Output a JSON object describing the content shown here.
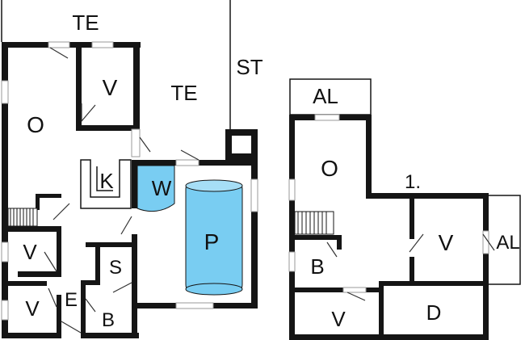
{
  "plan": {
    "ground_floor": {
      "rooms": {
        "terrace_top": "TE",
        "terrace_right": "TE",
        "steps": "ST",
        "living": "O",
        "bedroom_top": "V",
        "kitchen": "K",
        "wc": "W",
        "pool": "P",
        "bedroom_mid": "V",
        "bedroom_low": "V",
        "entrance": "E",
        "sauna": "S",
        "bathroom": "B"
      }
    },
    "upper_floor": {
      "level": "1.",
      "rooms": {
        "balcony_top": "AL",
        "living": "O",
        "bedroom_right": "V",
        "balcony_right": "AL",
        "bathroom": "B",
        "bedroom_low": "V",
        "dressing": "D"
      }
    },
    "colors": {
      "wall": "#151515",
      "water": "#79cdf2",
      "background": "#ffffff"
    }
  }
}
